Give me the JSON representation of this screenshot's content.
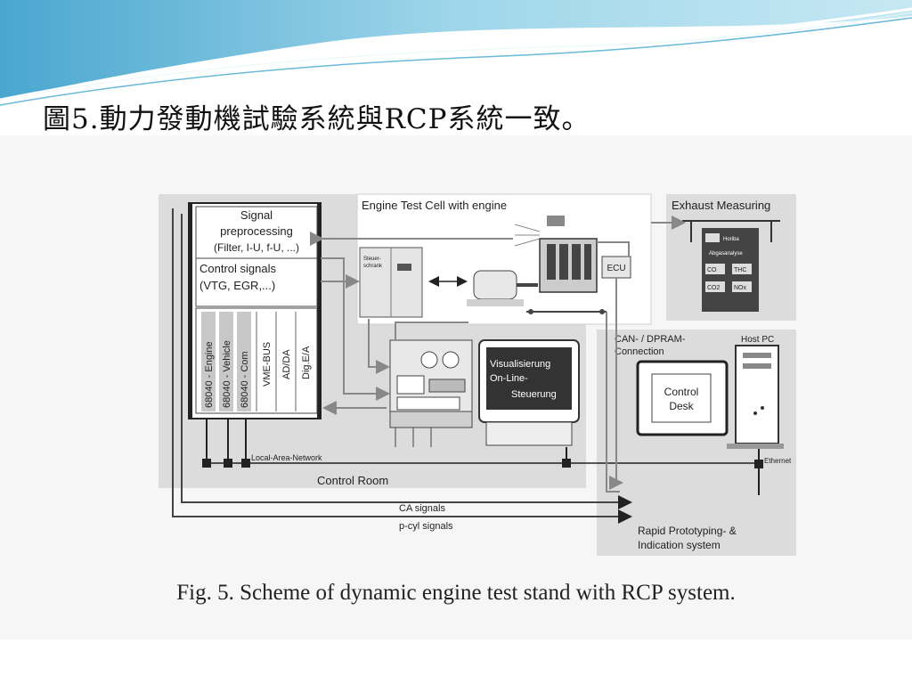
{
  "slide": {
    "title": "圖5.動力發動機試驗系統與RCP系統一致。",
    "caption": "Fig.  5. Scheme of dynamic engine test stand with RCP system."
  },
  "diagram": {
    "rack": {
      "signal_preprocessing": [
        "Signal",
        "preprocessing",
        "(Filter, I-U, f-U, ...)"
      ],
      "control_signals": [
        "Control signals",
        "(VTG, EGR,...)"
      ],
      "modules": [
        "68040 - Engine",
        "68040 - Vehicle",
        "68040 - Com",
        "VME-BUS",
        "AD/DA",
        "Dig.E/A"
      ]
    },
    "engine_test_cell": "Engine Test Cell with engine",
    "ecu": "ECU",
    "exhaust": {
      "label": "Exhaust Measuring",
      "badge": "Horiba",
      "analyzer": "Abgasanalyse",
      "rows": [
        [
          "CO",
          "THC"
        ],
        [
          "CO2",
          "NOx"
        ]
      ]
    },
    "cabinet_label": [
      "Steuer-",
      "schrank"
    ],
    "visualization": [
      "Visualisierung",
      "On-Line-",
      "Steuerung"
    ],
    "can_connection": [
      "CAN- / DPRAM-",
      "Connection"
    ],
    "host_pc": "Host PC",
    "control_desk": [
      "Control",
      "Desk"
    ],
    "ethernet": "Ethernet",
    "lan": "Local-Area-Network",
    "control_room": "Control Room",
    "ca_signals": "CA signals",
    "pcyl_signals": "p-cyl signals",
    "rcp_system": [
      "Rapid Prototyping- &",
      "Indication system"
    ]
  },
  "colors": {
    "header_blue": "#7fc6e0",
    "header_deep": "#3a9ac4",
    "panel_gray": "#dcdcdc",
    "arrow_gray": "#8a8a8a",
    "line_dark": "#2a2a2a"
  }
}
